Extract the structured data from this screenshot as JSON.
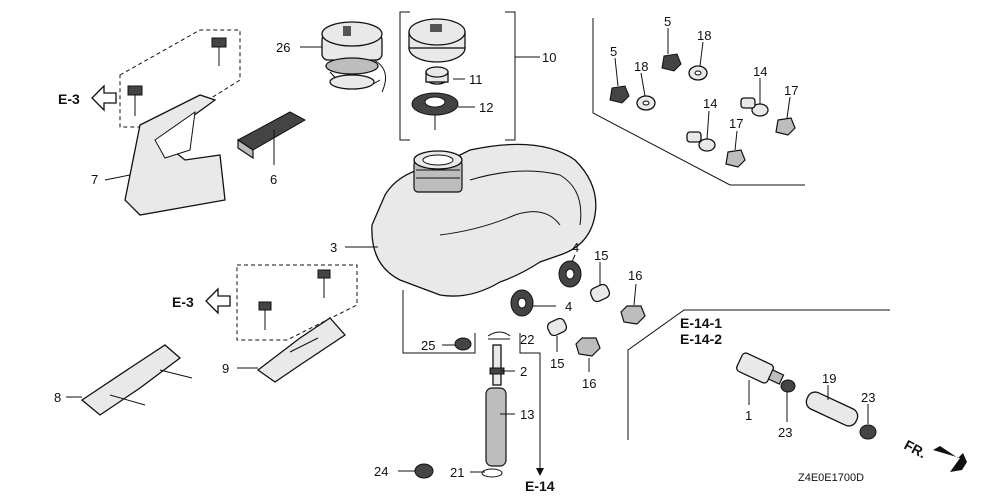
{
  "refs": {
    "e3_top": "E-3",
    "e3_mid": "E-3",
    "e14_1": "E-14-1",
    "e14_2": "E-14-2",
    "e14": "E-14",
    "fr": "FR."
  },
  "drawing_code": "Z4E0E1700D",
  "callouts": {
    "c1": "1",
    "c2": "2",
    "c3": "3",
    "c4a": "4",
    "c4b": "4",
    "c5a": "5",
    "c5b": "5",
    "c6": "6",
    "c7": "7",
    "c8": "8",
    "c9": "9",
    "c10": "10",
    "c11": "11",
    "c12": "12",
    "c13": "13",
    "c14a": "14",
    "c14b": "14",
    "c15a": "15",
    "c15b": "15",
    "c16a": "16",
    "c16b": "16",
    "c17a": "17",
    "c17b": "17",
    "c18a": "18",
    "c18b": "18",
    "c19": "19",
    "c21": "21",
    "c22": "22",
    "c23a": "23",
    "c23b": "23",
    "c24": "24",
    "c25": "25",
    "c26": "26"
  }
}
